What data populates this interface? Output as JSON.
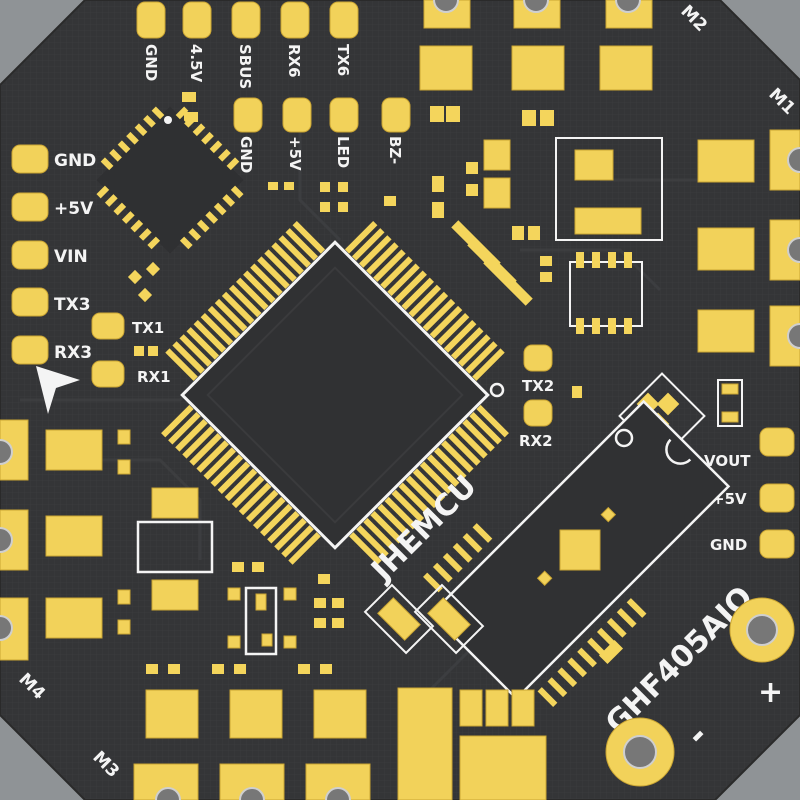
{
  "board": {
    "name": "GHF405AIO",
    "brand": "JHEMCU",
    "colors": {
      "pcb": "#333436",
      "pad": "#f2d25a",
      "silkscreen": "#f4f4f4",
      "background": "#8f9396"
    }
  },
  "top_pads": [
    "GND",
    "4.5V",
    "SBUS",
    "RX6",
    "TX6"
  ],
  "top_pads_row2": [
    "GND",
    "+5V",
    "LED",
    "BZ-"
  ],
  "left_pads": [
    "GND",
    "+5V",
    "VIN",
    "TX3",
    "RX3"
  ],
  "uart_labels": {
    "tx1": "TX1",
    "rx1": "RX1",
    "tx2": "TX2",
    "rx2": "RX2"
  },
  "right_pads": [
    "VOUT",
    "+5V",
    "GND"
  ],
  "motors": {
    "m1": "M1",
    "m2": "M2",
    "m3": "M3",
    "m4": "M4"
  },
  "power": {
    "plus": "+",
    "minus": "-"
  }
}
